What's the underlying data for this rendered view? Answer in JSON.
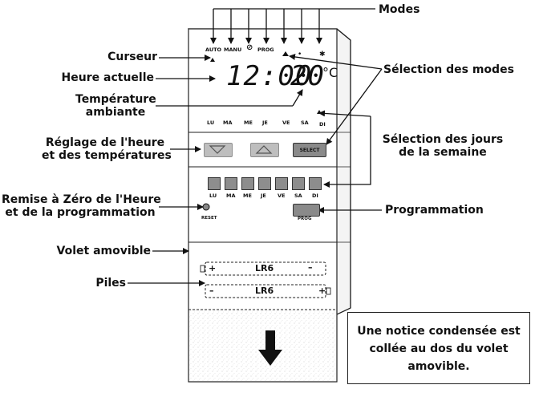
{
  "labels": {
    "modes": "Modes",
    "curseur": "Curseur",
    "heure_actuelle": "Heure actuelle",
    "temperature_line1": "Température",
    "temperature_line2": "ambiante",
    "reglage_line1": "Réglage de l'heure",
    "reglage_line2": "et des températures",
    "remise_line1": "Remise à Zéro de l'Heure",
    "remise_line2": "et de la programmation",
    "volet": "Volet amovible",
    "piles": "Piles",
    "selection_modes": "Sélection des modes",
    "selection_jours_line1": "Sélection des jours",
    "selection_jours_line2": "de la semaine",
    "programmation": "Programmation"
  },
  "note": {
    "line1": "Une notice condensée est",
    "line2": "collée au dos du volet",
    "line3": "amovible."
  },
  "device": {
    "mode_labels": [
      "AUTO",
      "MANU",
      "⊘",
      "PROG"
    ],
    "time_display": "12:00",
    "temp_display": "20",
    "temp_unit": "°C",
    "lcd_days": [
      "LU",
      "MA",
      "ME",
      "JE",
      "VE",
      "SA",
      "DI"
    ],
    "key_days": [
      "LU",
      "MA",
      "ME",
      "JE",
      "VE",
      "SA",
      "DI"
    ],
    "select_label": "SELECT",
    "reset_label": "RESET",
    "prog_label": "PROG"
  },
  "batteries": [
    {
      "label": "LR6",
      "plus": "+",
      "minus": "–"
    },
    {
      "label": "LR6",
      "plus": "+",
      "minus": "–"
    }
  ],
  "colors": {
    "ink": "#111111",
    "button_gray": "#8a8a8a",
    "speckle": "#cfcfcf"
  }
}
